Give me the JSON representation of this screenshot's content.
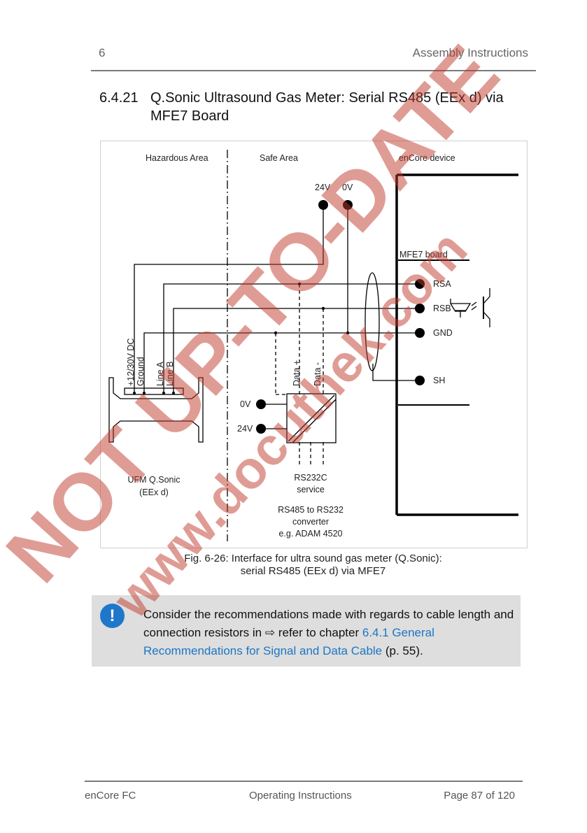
{
  "header": {
    "chapter": "6",
    "section": "Assembly Instructions"
  },
  "title": {
    "number": "6.4.21",
    "text": "Q.Sonic Ultrasound Gas Meter: Serial RS485 (EEx d) via MFE7 Board"
  },
  "diagram": {
    "area_hazardous": "Hazardous Area",
    "area_safe": "Safe Area",
    "area_device": "enCore device",
    "v24_top": "24V",
    "v0_top": "0V",
    "mfe7": "MFE7 board",
    "rsa": "RSA",
    "rsb": "RSB",
    "gnd": "GND",
    "sh": "SH",
    "label_supply": "+12/30V DC",
    "label_ground": "Ground",
    "label_linea": "Line A",
    "label_lineb": "Line B",
    "label_data_plus": "Data +",
    "label_data_minus": "Data -",
    "v0_conv": "0V",
    "v24_conv": "24V",
    "ufm_1": "UFM Q.Sonic",
    "ufm_2": "(EEx d)",
    "rs232c_1": "RS232C",
    "rs232c_2": "service",
    "conv_1": "RS485 to RS232",
    "conv_2": "converter",
    "conv_3": "e.g. ADAM 4520"
  },
  "caption": {
    "line1": "Fig. 6-26: Interface for ultra sound gas meter (Q.Sonic):",
    "line2": "serial RS485 (EEx d) via MFE7"
  },
  "note": {
    "icon": "exclamation-icon",
    "text_before": "Consider the recommendations made with regards to cable length and connection resistors in ",
    "arrow": "⇨",
    "text_mid": " refer to chapter ",
    "link": "6.4.1 General Recommendations for Signal and Data Cable",
    "text_after": " (p. 55)."
  },
  "footer": {
    "left": "enCore FC",
    "center": "Operating Instructions",
    "right": "Page 87 of 120"
  },
  "watermark": {
    "line1": "NOT UP-TO-DATE",
    "line2": "www.docuthek.com",
    "color": "#c0392b"
  }
}
